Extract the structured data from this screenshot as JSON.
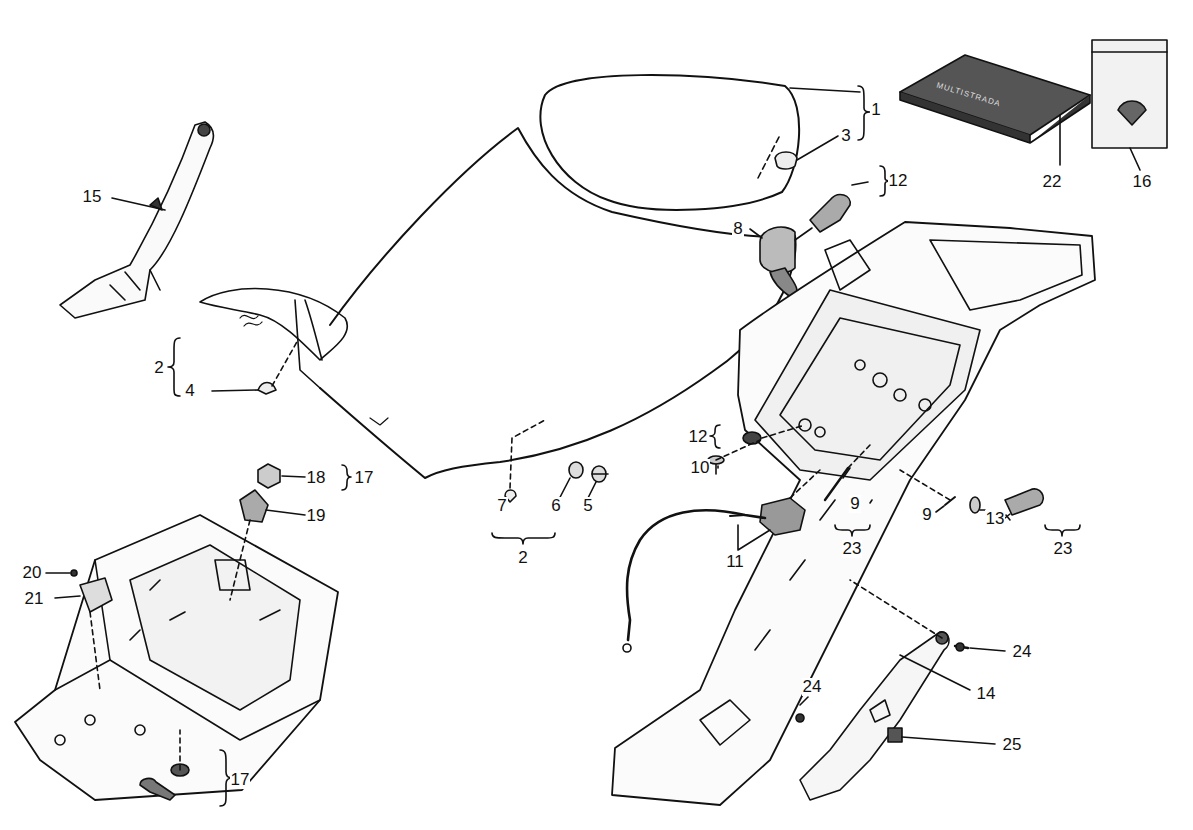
{
  "diagram": {
    "labels": [
      "1",
      "3",
      "12",
      "8",
      "22",
      "16",
      "15",
      "2",
      "4",
      "18",
      "17",
      "19",
      "20",
      "21",
      "7",
      "6",
      "5",
      "2",
      "12",
      "10",
      "9",
      "23",
      "9",
      "13",
      "23",
      "11",
      "24",
      "14",
      "24",
      "25",
      "17",
      "MULTISTRADA"
    ]
  }
}
